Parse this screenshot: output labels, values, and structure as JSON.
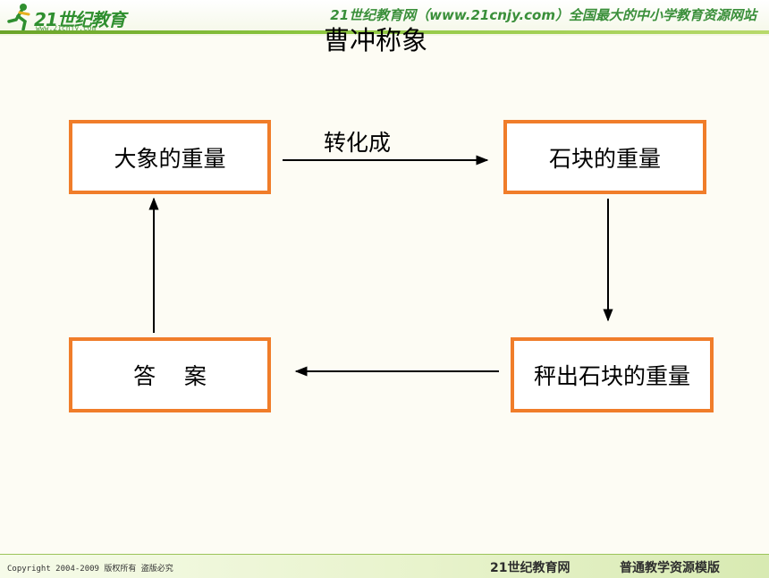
{
  "header": {
    "logo_text": "21世纪教育",
    "logo_url": "www.21cnjy.com",
    "site_slogan": "21世纪教育网（www.21cnjy.com）全国最大的中小学教育资源网站"
  },
  "title": "曹冲称象",
  "diagram": {
    "nodes": {
      "elephant_weight": "大象的重量",
      "stone_weight": "石块的重量",
      "weigh_stones": "秤出石块的重量",
      "answer": "答    案"
    },
    "edge_label": "转化成",
    "edges": [
      {
        "from": "elephant_weight",
        "to": "stone_weight",
        "label": "转化成"
      },
      {
        "from": "stone_weight",
        "to": "weigh_stones"
      },
      {
        "from": "weigh_stones",
        "to": "answer"
      },
      {
        "from": "answer",
        "to": "elephant_weight"
      }
    ],
    "colors": {
      "box_border": "#f07d2a",
      "arrow": "#000000"
    }
  },
  "footer": {
    "copyright": "Copyright 2004-2009 版权所有 盗版必究",
    "brand": "21世纪教育网",
    "template": "普通教学资源模版"
  }
}
